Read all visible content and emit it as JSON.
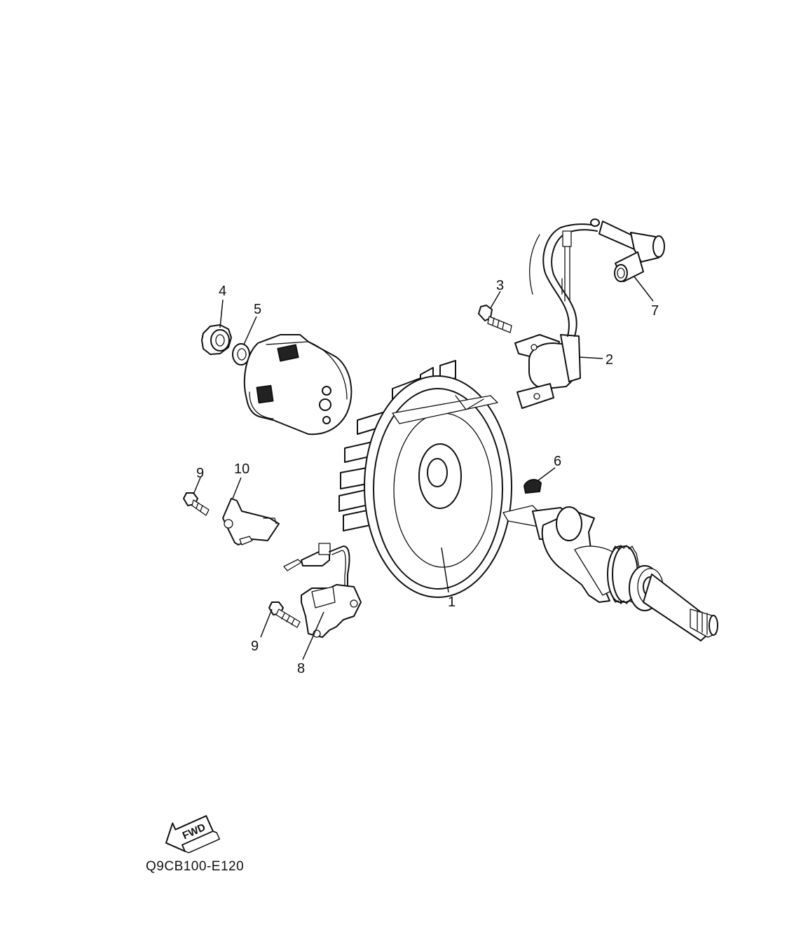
{
  "diagram": {
    "callouts": [
      {
        "id": "1",
        "label": "1"
      },
      {
        "id": "2",
        "label": "2"
      },
      {
        "id": "3",
        "label": "3"
      },
      {
        "id": "4",
        "label": "4"
      },
      {
        "id": "5",
        "label": "5"
      },
      {
        "id": "6",
        "label": "6"
      },
      {
        "id": "7",
        "label": "7"
      },
      {
        "id": "8",
        "label": "8"
      },
      {
        "id": "9a",
        "label": "9"
      },
      {
        "id": "9b",
        "label": "9"
      },
      {
        "id": "10",
        "label": "10"
      }
    ],
    "fwd_label": "FWD",
    "ref_code": "Q9CB100-E120"
  }
}
